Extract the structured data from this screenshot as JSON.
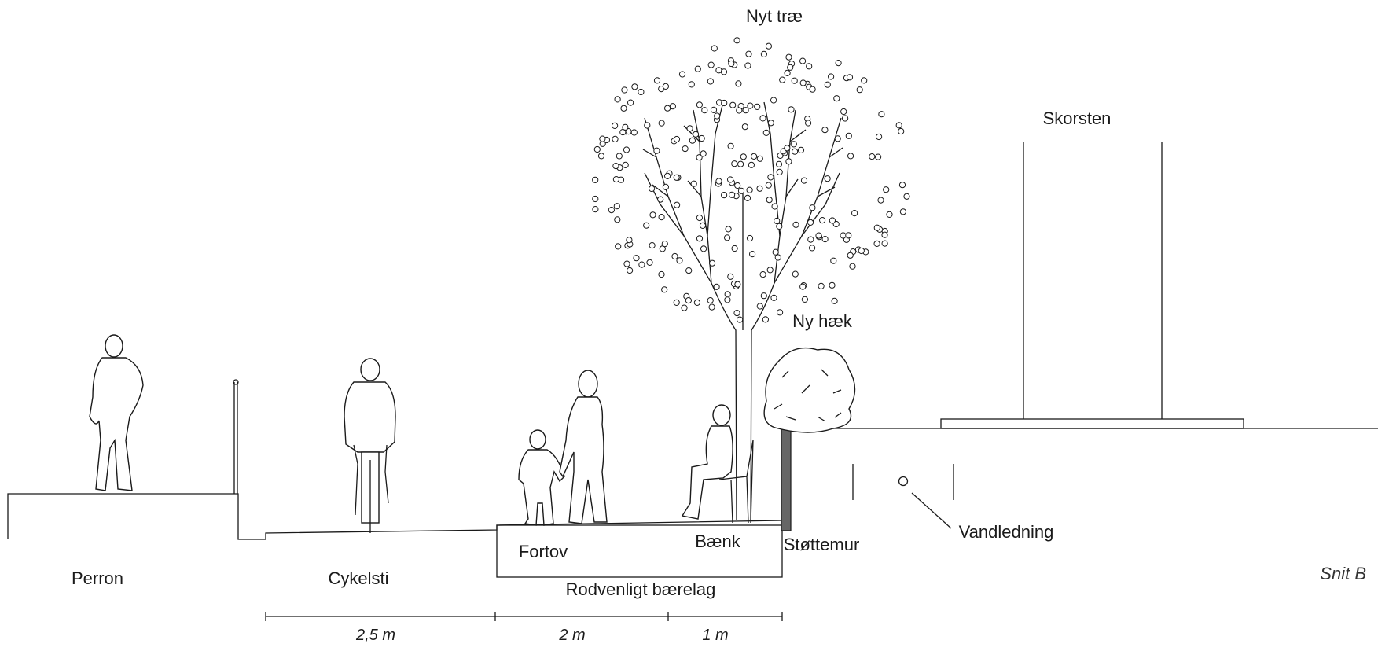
{
  "labels": {
    "tree": "Nyt træ",
    "chimney": "Skorsten",
    "hedge": "Ny hæk",
    "platform": "Perron",
    "bike_path": "Cykelsti",
    "sidewalk": "Fortov",
    "bench": "Bænk",
    "retaining_wall": "Støttemur",
    "water_pipe": "Vandledning",
    "base_layer": "Rodvenligt bærelag"
  },
  "section_name": "Snit B",
  "dimensions": [
    "2,5 m",
    "2 m",
    "1 m"
  ]
}
